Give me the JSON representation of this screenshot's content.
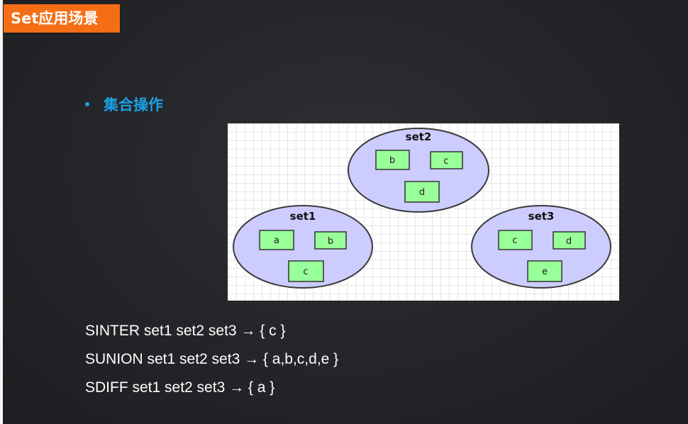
{
  "slide": {
    "title": "Set应用场景",
    "bullet": "集合操作",
    "accent_color": "#f46e16",
    "bullet_color": "#1aa1e6"
  },
  "diagram": {
    "sets": [
      {
        "name": "set1",
        "members": [
          "a",
          "b",
          "c"
        ]
      },
      {
        "name": "set2",
        "members": [
          "b",
          "c",
          "d"
        ]
      },
      {
        "name": "set3",
        "members": [
          "c",
          "d",
          "e"
        ]
      }
    ],
    "ellipse_fill": "#ccccff",
    "member_fill": "#99ff99"
  },
  "commands": [
    "SINTER set1 set2 set3 → { c }",
    "SUNION set1 set2 set3 → { a,b,c,d,e }",
    "SDIFF set1 set2 set3 → { a }"
  ]
}
